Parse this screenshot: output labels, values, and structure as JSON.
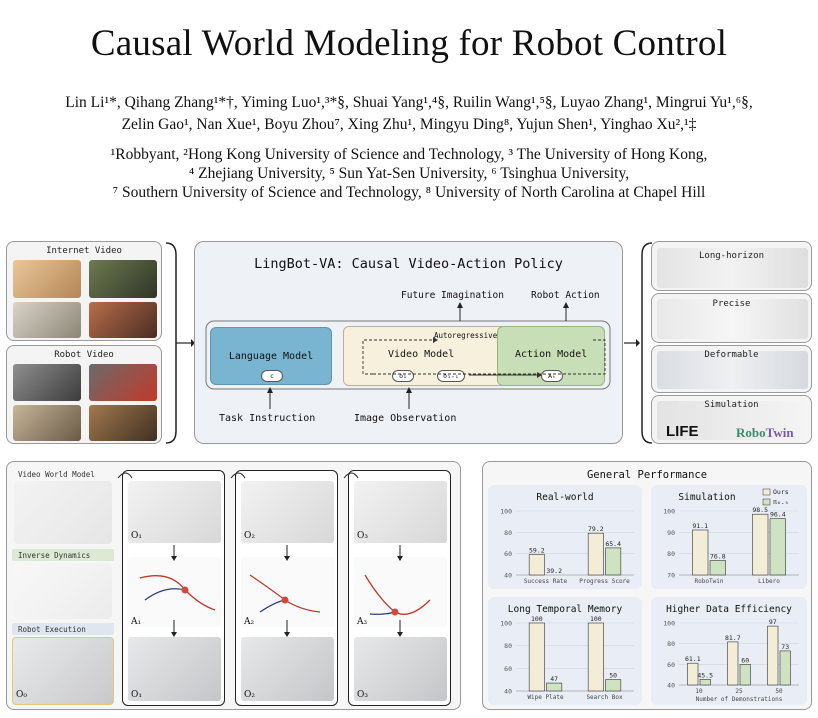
{
  "paper": {
    "title": "Causal World Modeling for Robot Control",
    "author_lines": [
      "Lin Li¹*, Qihang Zhang¹*†, Yiming Luo¹,³*§, Shuai Yang¹,⁴§, Ruilin Wang¹,⁵§, Luyao Zhang¹, Mingrui Yu¹,⁶§,",
      "Zelin Gao¹, Nan Xue¹, Boyu Zhou⁷, Xing Zhu¹, Mingyu Ding⁸, Yujun Shen¹, Yinghao Xu²,¹‡"
    ],
    "affiliation_lines": [
      "¹Robbyant, ²Hong Kong University of Science and Technology, ³ The University of Hong Kong,",
      "⁴ Zhejiang University, ⁵ Sun Yat-Sen University, ⁶ Tsinghua University,",
      "⁷ Southern University of Science and Technology, ⁸ University of North Carolina at Chapel Hill"
    ]
  },
  "figure": {
    "left_panels": {
      "internet": "Internet Video",
      "robot": "Robot Video"
    },
    "policy": {
      "title": "LingBot-VA: Causal Video-Action Policy",
      "future_imagination": "Future Imagination",
      "robot_action": "Robot Action",
      "autoregressive": "Autoregressive",
      "language_model": "Language Model",
      "video_model": "Video Model",
      "action_model": "Action Model",
      "c_token": "c",
      "o_token": "o₁",
      "o_next_token": "o₁₊₁",
      "a_token": "Aₜ",
      "task_instruction": "Task Instruction",
      "image_observation": "Image Observation"
    },
    "right_panels": {
      "long_horizon": "Long-horizon",
      "precise": "Precise",
      "deformable": "Deformable",
      "simulation": "Simulation",
      "life_logo": "LIFE",
      "robotwin_logo_a": "Robo",
      "robotwin_logo_b": "Twin"
    },
    "bottom_left": {
      "video_world_model": "Video World Model",
      "inverse_dynamics": "Inverse Dynamics",
      "robot_execution": "Robot Execution",
      "obs_labels": [
        "O₁",
        "O₂",
        "O₃"
      ],
      "act_labels": [
        "A₁",
        "A₂",
        "A₃"
      ],
      "bottom_obs_labels": [
        "O₀",
        "O₁",
        "O₂",
        "O₃"
      ]
    },
    "general_performance": "General Performance",
    "colors": {
      "ours": "#f3ecd6",
      "pi": "#cfe3c3",
      "language_model": "#79b4d0",
      "video_model": "#f6f0dc",
      "action_model": "#c7deb6"
    }
  },
  "chart_data": [
    {
      "type": "bar",
      "title": "Real-world",
      "categories": [
        "Success Rate",
        "Progress Score"
      ],
      "series": [
        {
          "name": "Ours",
          "values": [
            59.2,
            79.2
          ]
        },
        {
          "name": "π₀.₅",
          "values": [
            39.2,
            65.4
          ]
        }
      ],
      "yticks": [
        40,
        60,
        80,
        100
      ],
      "ylim": [
        40,
        100
      ]
    },
    {
      "type": "bar",
      "title": "Simulation",
      "categories": [
        "RoboTwin",
        "Libero"
      ],
      "series": [
        {
          "name": "Ours",
          "values": [
            91.1,
            98.5
          ]
        },
        {
          "name": "π₀.₅",
          "values": [
            76.8,
            96.4
          ]
        }
      ],
      "yticks": [
        70,
        80,
        90,
        100
      ],
      "ylim": [
        70,
        100
      ],
      "legend": [
        "Ours",
        "π₀.₅"
      ]
    },
    {
      "type": "bar",
      "title": "Long Temporal Memory",
      "categories": [
        "Wipe Plate",
        "Search Box"
      ],
      "series": [
        {
          "name": "Ours",
          "values": [
            100,
            100
          ]
        },
        {
          "name": "π₀.₅",
          "values": [
            47,
            50
          ]
        }
      ],
      "yticks": [
        40,
        60,
        80,
        100
      ],
      "ylim": [
        40,
        100
      ]
    },
    {
      "type": "bar",
      "title": "Higher Data Efficiency",
      "categories": [
        "10",
        "25",
        "50"
      ],
      "series": [
        {
          "name": "Ours",
          "values": [
            61.1,
            81.7,
            97.0
          ]
        },
        {
          "name": "π₀.₅",
          "values": [
            45.5,
            60.0,
            73.0
          ]
        }
      ],
      "yticks": [
        40,
        60,
        80,
        100
      ],
      "ylim": [
        40,
        100
      ],
      "xlabel": "Number of Demonstrations"
    }
  ]
}
